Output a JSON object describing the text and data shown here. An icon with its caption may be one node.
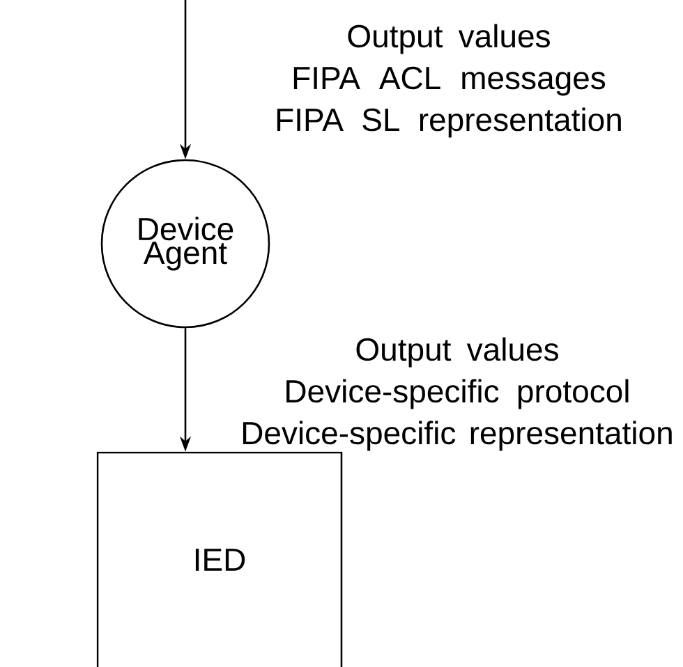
{
  "diagram": {
    "nodes": [
      {
        "text": [
          "Device Agent"
        ]
      },
      {
        "text": [
          "IED"
        ]
      }
    ],
    "edges": [
      {
        "from": null,
        "to": 0,
        "arrow": "to",
        "label": "Output values FIPA ACL messages FIPA SL representation"
      },
      {
        "from": 0,
        "to": 1,
        "arrow": "to",
        "label": "Output values Device-specific protocol Device-specific representation"
      }
    ]
  }
}
